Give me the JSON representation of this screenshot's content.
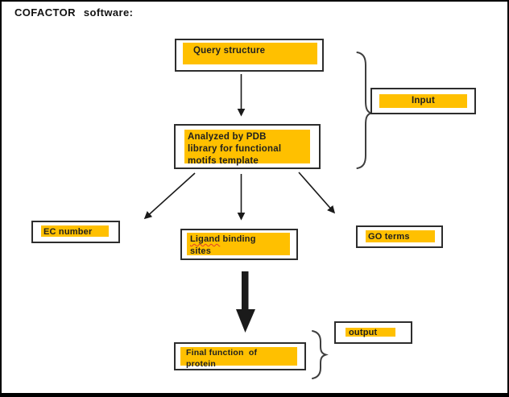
{
  "title": "COFACTOR software:",
  "colors": {
    "highlight": "#FFC000",
    "box_border": "#2d2d2d",
    "text": "#1f1f1f",
    "connector": "#1a1a1a",
    "brace": "#3e3e3e",
    "squiggle": "#e0402a",
    "frame_border": "#000000",
    "background": "#ffffff"
  },
  "nodes": {
    "query": {
      "label": "Query structure"
    },
    "analyzed": {
      "label": "Analyzed by PDB\nlibrary for functional\nmotifs template"
    },
    "input": {
      "label": "Input"
    },
    "ec": {
      "label": "EC number"
    },
    "ligand": {
      "word": "Ligand",
      "rest": " binding\nsites"
    },
    "go": {
      "label": "GO terms"
    },
    "final": {
      "label": "Final function  of\nprotein"
    },
    "output": {
      "label": "output"
    }
  },
  "edges": [
    {
      "from": "query",
      "to": "analyzed",
      "style": "thin-arrow"
    },
    {
      "from": "analyzed",
      "to": "ec",
      "style": "thin-arrow"
    },
    {
      "from": "analyzed",
      "to": "ligand",
      "style": "thin-arrow"
    },
    {
      "from": "analyzed",
      "to": "go",
      "style": "thin-arrow"
    },
    {
      "from": "ligand",
      "to": "final",
      "style": "thick-arrow"
    },
    {
      "groups": [
        "query",
        "analyzed"
      ],
      "label_node": "input",
      "style": "right-brace"
    },
    {
      "groups": [
        "final"
      ],
      "label_node": "output",
      "style": "right-brace"
    }
  ]
}
